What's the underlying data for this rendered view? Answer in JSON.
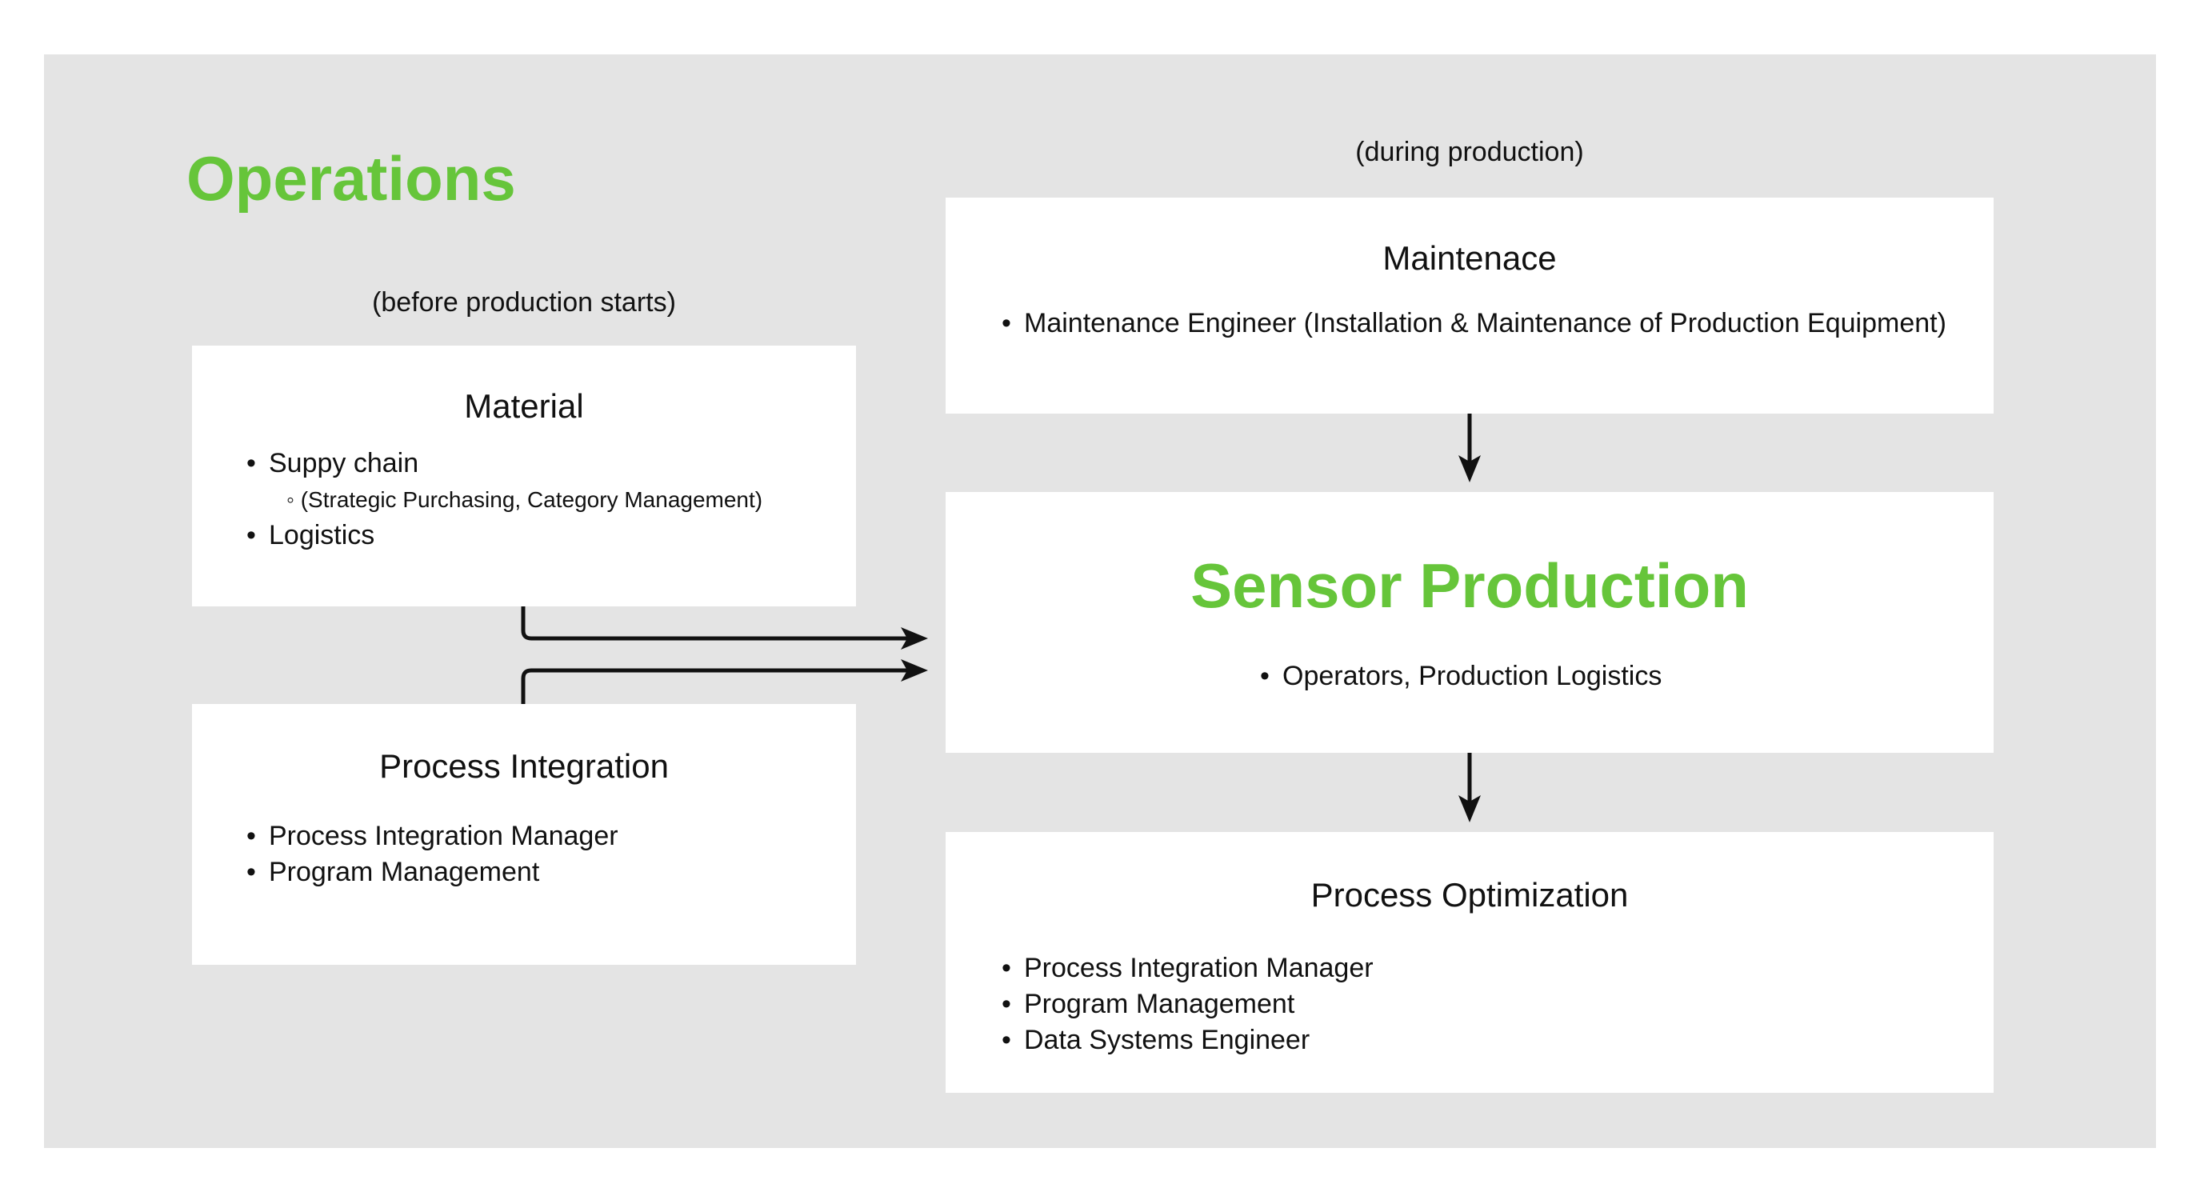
{
  "colors": {
    "background": "#e4e4e4",
    "accent_green": "#66c53a",
    "box": "#ffffff",
    "arrow": "#111111"
  },
  "title": "Operations",
  "labels": {
    "before": "(before production starts)",
    "during": "(during production)"
  },
  "material": {
    "title": "Material",
    "items": [
      "Suppy chain",
      "Logistics"
    ],
    "sub_item": "(Strategic Purchasing, Category Management)"
  },
  "process_integration": {
    "title": "Process Integration",
    "items": [
      "Process Integration Manager",
      "Program Management"
    ]
  },
  "maintenance": {
    "title": "Maintenace",
    "items": [
      "Maintenance Engineer (Installation & Maintenance of Production Equipment)"
    ]
  },
  "sensor_production": {
    "title": "Sensor Production",
    "items": [
      "Operators, Production Logistics"
    ]
  },
  "process_optimization": {
    "title": "Process Optimization",
    "items": [
      "Process Integration Manager",
      "Program Management",
      "Data Systems Engineer"
    ]
  }
}
